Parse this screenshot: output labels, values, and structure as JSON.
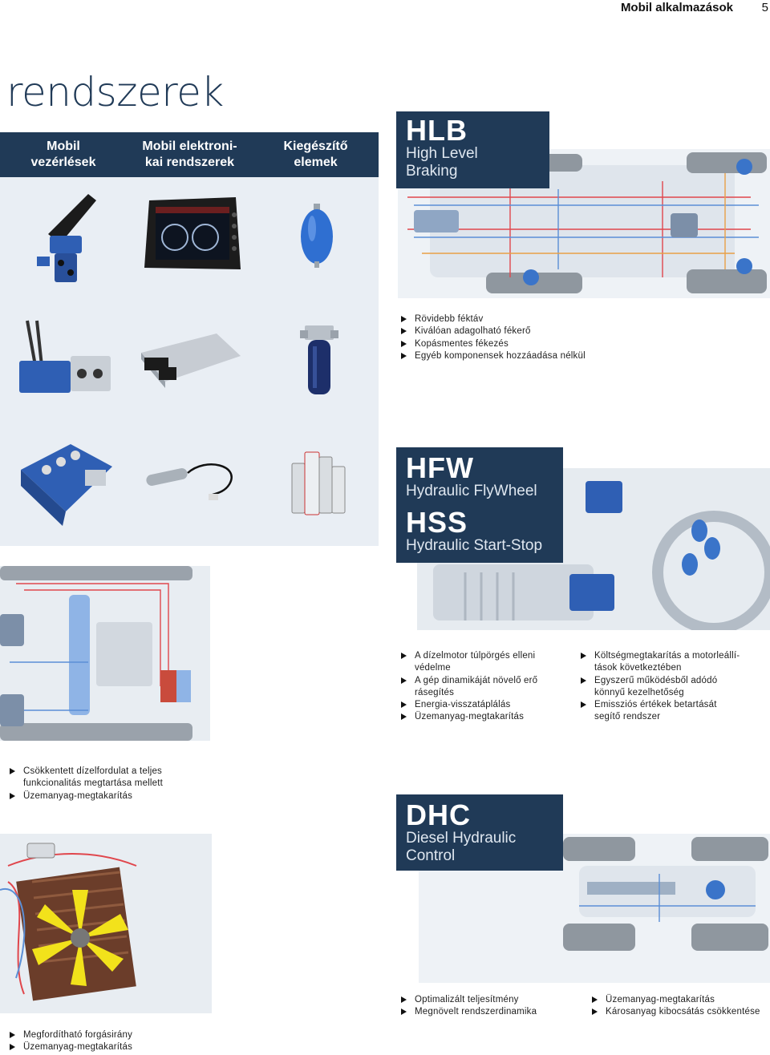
{
  "header": {
    "section": "Mobil alkalmazások",
    "page_number": "5"
  },
  "title": "rendszerek",
  "categories": [
    {
      "line1": "Mobil",
      "line2": "vezérlések"
    },
    {
      "line1": "Mobil elektroni-",
      "line2": "kai rendszerek"
    },
    {
      "line1": "Kiegészítő",
      "line2": "elemek"
    }
  ],
  "hlb": {
    "code": "HLB",
    "name_line1": "High Level",
    "name_line2": "Braking",
    "bullets": [
      "Rövidebb féktáv",
      "Kiválóan adagolható fékerő",
      "Kopásmentes fékezés",
      "Egyéb komponensek hozzáadása nélkül"
    ]
  },
  "hfw": {
    "code": "HFW",
    "name": "Hydraulic FlyWheel"
  },
  "hss": {
    "code": "HSS",
    "name": "Hydraulic Start-Stop"
  },
  "hfw_bullets_left": [
    {
      "l1": "A dízelmotor túlpörgés elleni",
      "l2": "védelme"
    },
    {
      "l1": "A gép dinamikáját növelő erő",
      "l2": "rásegítés"
    },
    {
      "l1": "Energia-visszatáplálás",
      "l2": ""
    },
    {
      "l1": "Üzemanyag-megtakarítás",
      "l2": ""
    }
  ],
  "hfw_bullets_right": [
    {
      "l1": "Költségmegtakarítás a motorleállí-",
      "l2": "tások következtében"
    },
    {
      "l1": "Egyszerű működésből adódó",
      "l2": "könnyű kezelhetőség"
    },
    {
      "l1": "Emissziós értékek betartását",
      "l2": "segítő rendszer"
    }
  ],
  "mid_left_bullets": [
    {
      "l1": "Csökkentett dízelfordulat a teljes",
      "l2": "funkcionalitás megtartása mellett"
    },
    {
      "l1": "Üzemanyag-megtakarítás",
      "l2": ""
    }
  ],
  "dhc": {
    "code": "DHC",
    "name_line1": "Diesel Hydraulic",
    "name_line2": "Control",
    "bullets_left": [
      "Optimalizált teljesítmény",
      "Megnövelt rendszerdinamika"
    ],
    "bullets_right": [
      "Üzemanyag-megtakarítás",
      "Károsanyag kibocsátás csökkentése"
    ]
  },
  "bottom_left_bullets": [
    "Megfordítható forgásirány",
    "Üzemanyag-megtakarítás"
  ],
  "colors": {
    "navy": "#203a57",
    "panel": "#e9eef4",
    "product_blue": "#2f5fb4",
    "line_red": "#e0464c",
    "line_blue": "#5b8fd6",
    "line_orange": "#e8a046"
  }
}
